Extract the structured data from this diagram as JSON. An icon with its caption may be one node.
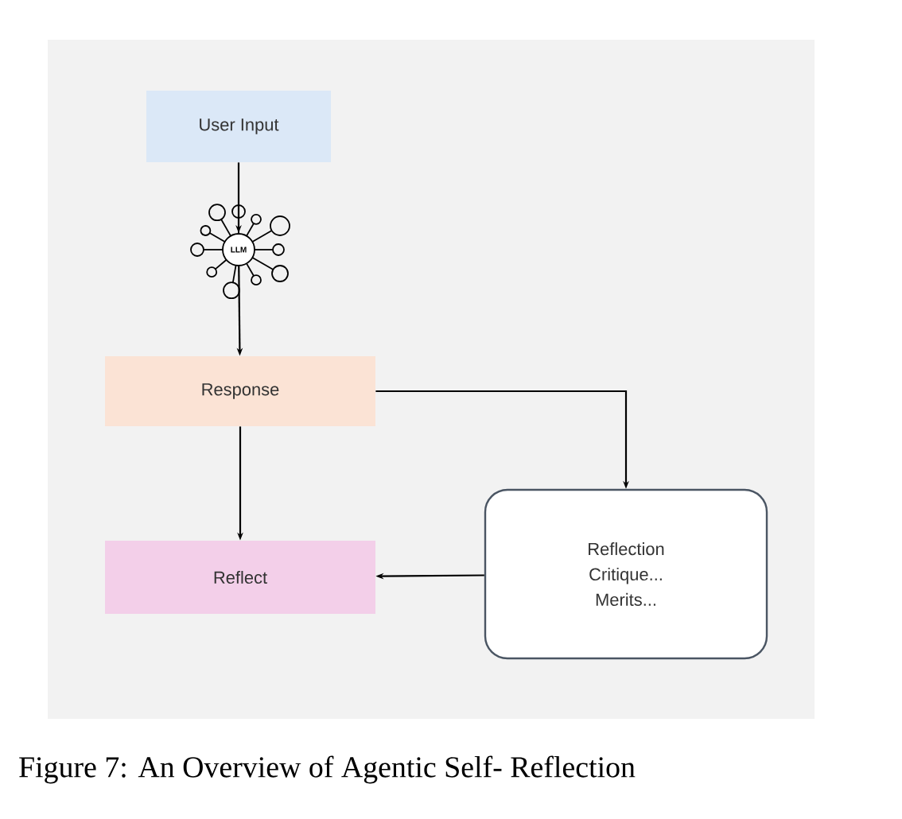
{
  "diagram": {
    "caption": "Figure 7: An Overview of Agentic Self- Reflection",
    "nodes": [
      {
        "text": [
          "User Input"
        ]
      },
      {
        "text": [
          "LLM"
        ]
      },
      {
        "text": [
          "Response"
        ]
      },
      {
        "text": [
          "Reflect"
        ]
      },
      {
        "text": [
          "Reflection",
          "Critique...",
          "Merits..."
        ]
      }
    ],
    "edges": [
      {
        "from": 0,
        "to": 1,
        "arrow": "to"
      },
      {
        "from": 1,
        "to": 2,
        "arrow": "to"
      },
      {
        "from": 2,
        "to": 3,
        "arrow": "to"
      },
      {
        "from": 2,
        "to": 4,
        "arrow": "to"
      },
      {
        "from": 4,
        "to": 3,
        "arrow": "to"
      }
    ]
  }
}
